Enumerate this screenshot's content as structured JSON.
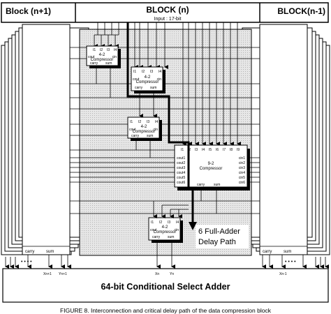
{
  "header": {
    "left_label": "Block (n+1)",
    "center_label": "BLOCK (n)",
    "center_sublabel": "Input : 17-bit",
    "right_label": "BLOCK(n-1)"
  },
  "compressor_4_2": {
    "label_line1": "4-2",
    "label_line2": "Compressor",
    "ports_top": [
      "I1",
      "I2",
      "I3",
      "I4"
    ],
    "cout": "cout",
    "cin": "cin",
    "carry": "carry",
    "sum": "sum"
  },
  "compressor_9_2": {
    "label_line1": "9-2",
    "label_line2": "Compressor",
    "ports_top": [
      "I1",
      "I2",
      "I3",
      "I4",
      "I5",
      "I6",
      "I7",
      "I8",
      "I9"
    ],
    "cout_ports": [
      "cout1",
      "cout2",
      "cout3",
      "cout4",
      "cout5",
      "cout6"
    ],
    "cin_ports": [
      "cin1",
      "cin2",
      "cin3",
      "cin4",
      "cin5",
      "cin6"
    ],
    "carry": "carry",
    "sum": "sum"
  },
  "delay_path": {
    "line1": "6 Full-Adder",
    "line2": "Delay Path"
  },
  "side_blocks": {
    "carry": "carry",
    "sum": "sum",
    "dots": "• • • •"
  },
  "adder": {
    "title": "64-bit Conditional Select Adder",
    "ports": [
      "Xn+1",
      "Yn+1",
      "Xn",
      "Yn",
      "Xn-1"
    ]
  },
  "caption": "FIGURE 8.  Interconnection and critical delay path of the data compression block"
}
